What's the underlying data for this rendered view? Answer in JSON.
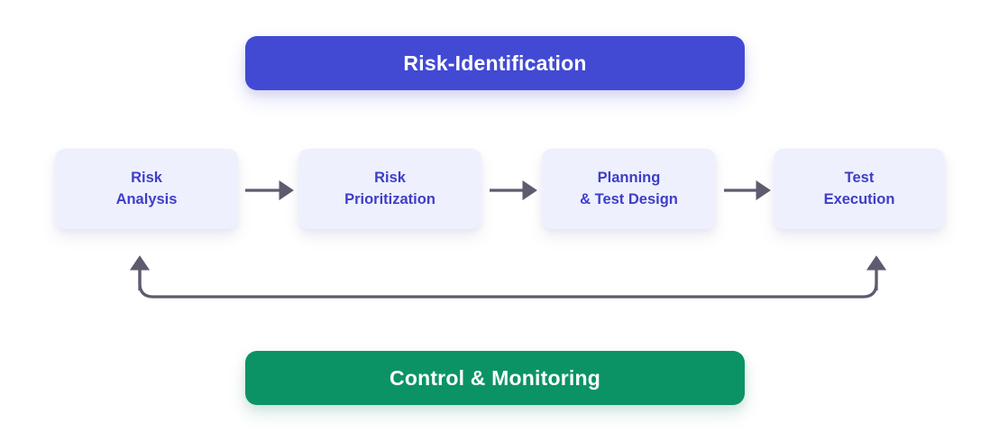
{
  "diagram": {
    "title_banner": {
      "label": "Risk-Identification",
      "color": "#424ad4"
    },
    "footer_banner": {
      "label": "Control & Monitoring",
      "color": "#0b9366"
    },
    "process_steps": [
      {
        "line1": "Risk",
        "line2": "Analysis"
      },
      {
        "line1": "Risk",
        "line2": "Prioritization"
      },
      {
        "line1": "Planning",
        "line2": "& Test Design"
      },
      {
        "line1": "Test",
        "line2": "Execution"
      }
    ],
    "step_box_color": "#eef0fe",
    "step_text_color": "#3e3ec8",
    "connector_color": "#5c5c6e",
    "background_color": "#ffffff",
    "connectors": [
      {
        "name": "arrow-step1-to-step2",
        "kind": "straight-arrow-right"
      },
      {
        "name": "arrow-step2-to-step3",
        "kind": "straight-arrow-right"
      },
      {
        "name": "arrow-step3-to-step4",
        "kind": "straight-arrow-right"
      },
      {
        "name": "feedback-loop",
        "kind": "looped-arrow-both-ends-up"
      }
    ]
  }
}
